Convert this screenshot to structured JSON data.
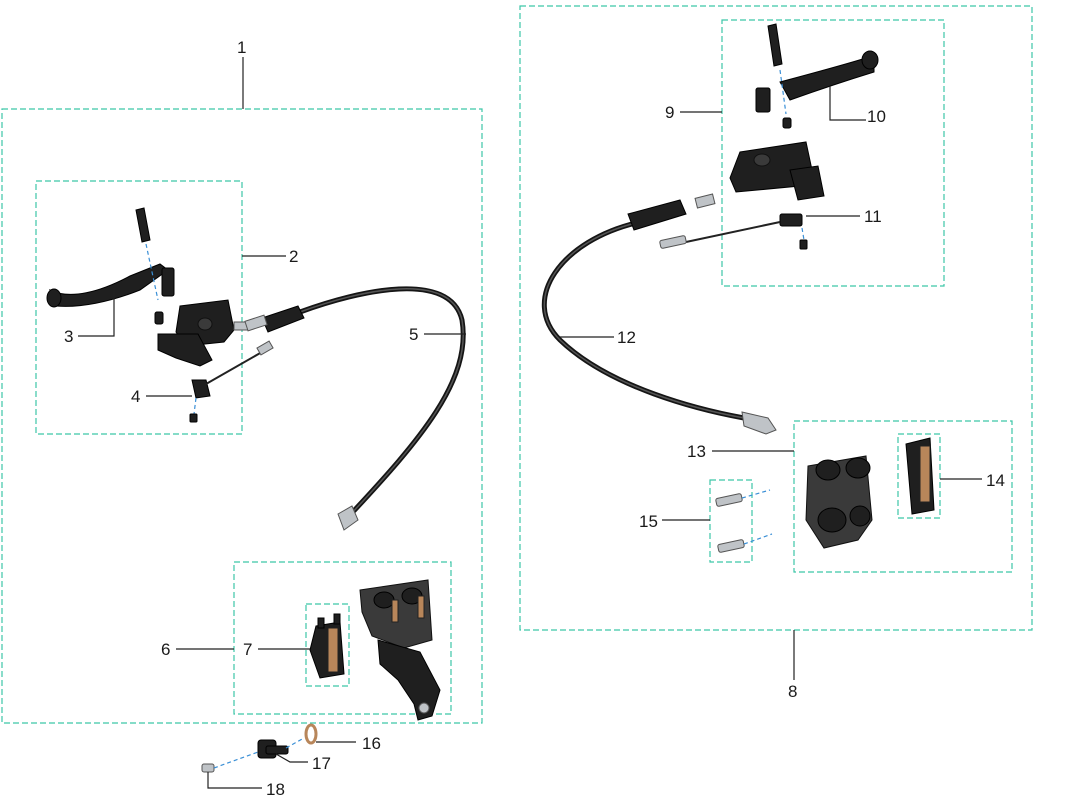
{
  "callouts": [
    {
      "id": "1",
      "text": "1"
    },
    {
      "id": "2",
      "text": "2"
    },
    {
      "id": "3",
      "text": "3"
    },
    {
      "id": "4",
      "text": "4"
    },
    {
      "id": "5",
      "text": "5"
    },
    {
      "id": "6",
      "text": "6"
    },
    {
      "id": "7",
      "text": "7"
    },
    {
      "id": "8",
      "text": "8"
    },
    {
      "id": "9",
      "text": "9"
    },
    {
      "id": "10",
      "text": "10"
    },
    {
      "id": "11",
      "text": "11"
    },
    {
      "id": "12",
      "text": "12"
    },
    {
      "id": "13",
      "text": "13"
    },
    {
      "id": "14",
      "text": "14"
    },
    {
      "id": "15",
      "text": "15"
    },
    {
      "id": "16",
      "text": "16"
    },
    {
      "id": "17",
      "text": "17"
    },
    {
      "id": "18",
      "text": "18"
    }
  ],
  "colors": {
    "group_box": "#3cc6a8",
    "axis_dash": "#3a8fd6",
    "pad_friction": "#b8865a"
  }
}
